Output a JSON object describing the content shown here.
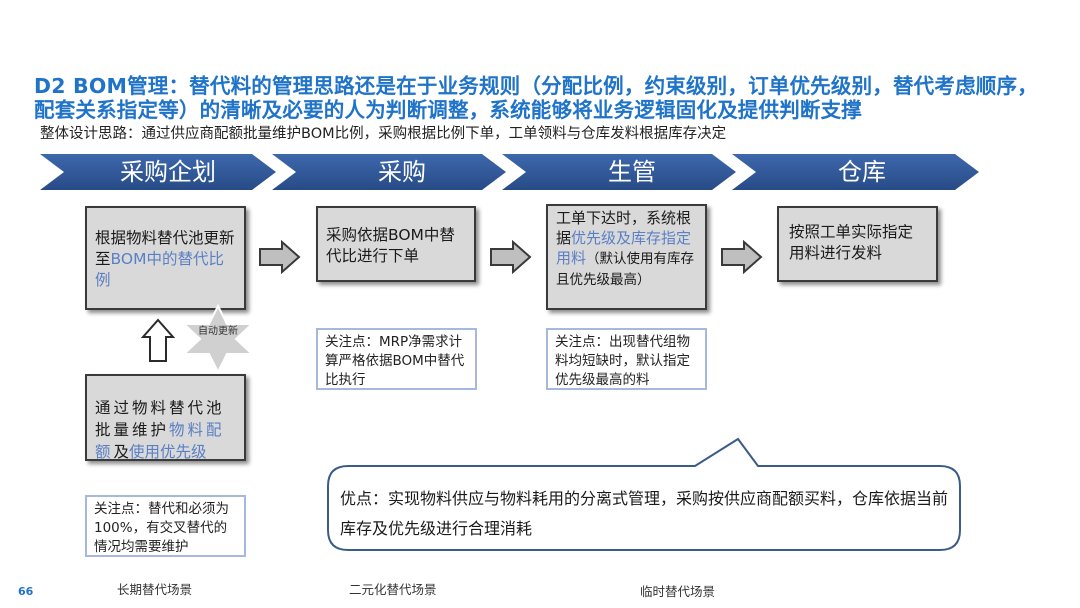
{
  "title": "D2 BOM管理：替代料的管理思路还是在于业务规则（分配比例，约束级别，订单优先级别，替代考虑顺序，配套关系指定等）的清晰及必要的人为判断调整，系统能够将业务逻辑固化及提供判断支撑",
  "subtitle": "整体设计思路：通过供应商配额批量维护BOM比例，采购根据比例下单，工单领料与仓库发料根据库存决定",
  "stages": [
    "采购企划",
    "采购",
    "生管",
    "仓库"
  ],
  "boxes": {
    "planning": {
      "text_a": "根据物料替代池更新至",
      "text_b": "BOM中的替代比例"
    },
    "purchase": {
      "text": "采购依据BOM中替代比进行下单"
    },
    "production": {
      "text_a": "工单下达时，系统根据",
      "text_b": "优先级及库存指定用料",
      "text_c": "（默认使用有库存且优先级最高）"
    },
    "warehouse": {
      "text": "按照工单实际指定用料进行发料"
    },
    "pool": {
      "text_a": "通过物料替代池批量维护",
      "text_b": "物料配额",
      "text_c": "及",
      "text_d": "使用优先级"
    }
  },
  "star_label": "自动更新",
  "notes": {
    "purchase": "关注点：MRP净需求计算严格依据BOM中替代比执行",
    "production": "关注点：出现替代组物料均短缺时，默认指定优先级最高的料",
    "pool": "关注点：替代和必须为100%，有交叉替代的情况均需要维护"
  },
  "advantage": "优点：实现物料供应与物料耗用的分离式管理，采购按供应商配额买料，仓库依据当前库存及优先级进行合理消耗",
  "footer": {
    "page_number": "66",
    "scenes": [
      "长期替代场景",
      "二元化替代场景",
      "临时替代场景"
    ]
  },
  "colors": {
    "title": "#1f73c8",
    "chevron": "#2f5597",
    "highlight": "#5b7fc4",
    "note_border": "#a6b8dc",
    "advantage_border": "#3b5b8a"
  }
}
